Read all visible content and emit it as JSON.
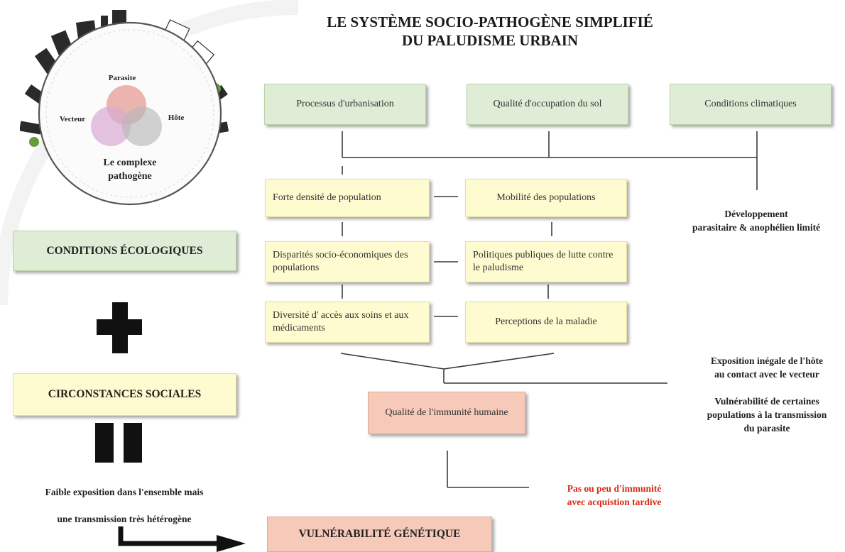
{
  "title": {
    "line1": "LE SYSTÈME SOCIO-PATHOGÈNE SIMPLIFIÉ",
    "line2": "DU  PALUDISME URBAIN"
  },
  "complex": {
    "parasite": "Parasite",
    "vecteur": "Vecteur",
    "hote": "Hôte",
    "label_line1": "Le complexe",
    "label_line2": "pathogène"
  },
  "top_factors": [
    "Processus d'urbanisation",
    "Qualité d'occupation du sol",
    "Conditions climatiques"
  ],
  "left_factors": [
    "Forte densité de population",
    "Disparités socio-économiques des populations",
    "Diversité d' accès aux soins et aux médicaments"
  ],
  "right_factors": [
    "Mobilité des populations",
    "Politiques publiques de lutte contre le paludisme",
    "Perceptions de la maladie"
  ],
  "immunity_box": "Qualité de l'immunité humaine",
  "genetic_box": "VULNÉRABILITÉ GÉNÉTIQUE",
  "conditions_box": "CONDITIONS ÉCOLOGIQUES",
  "social_box": "CIRCONSTANCES SOCIALES",
  "notes": {
    "development_line1": "Développement",
    "development_line2": "parasitaire & anophélien limité",
    "exposure_line1": "Exposition inégale de l'hôte",
    "exposure_line2": "au contact avec le vecteur",
    "vulnerability_line1": "Vulnérabilité de certaines",
    "vulnerability_line2": "populations à la transmission",
    "vulnerability_line3": "du parasite",
    "immunity_line1": "Pas ou peu d'immunité",
    "immunity_line2": "avec acquistion tardive",
    "result_line1": "Faible exposition dans l'ensemble mais",
    "result_line2": "une transmission très hétérogène"
  },
  "colors": {
    "green_box": "#dfedd6",
    "yellow_box": "#fdfbcf",
    "pink_box": "#f6c9b9",
    "red_text": "#d62a14",
    "parasite_circle": "#e9a7a1",
    "vecteur_circle": "#d9a9d3",
    "hote_circle": "#b8b8b8"
  }
}
